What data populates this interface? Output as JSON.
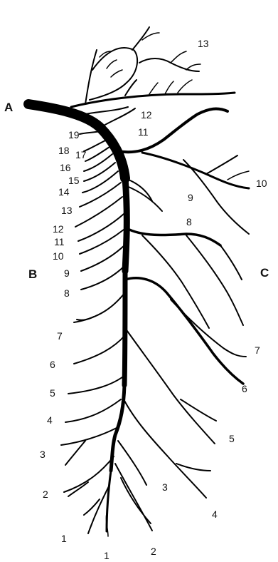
{
  "points": {
    "a": "A",
    "b": "B",
    "c": "C"
  },
  "left_labels": [
    "1",
    "2",
    "3",
    "4",
    "5",
    "6",
    "7",
    "8",
    "9",
    "10",
    "11",
    "12",
    "13",
    "14",
    "15",
    "16",
    "17",
    "18",
    "19"
  ],
  "right_labels": [
    "1",
    "2",
    "3",
    "4",
    "5",
    "6",
    "7",
    "8",
    "9",
    "10",
    "11",
    "12",
    "13"
  ]
}
